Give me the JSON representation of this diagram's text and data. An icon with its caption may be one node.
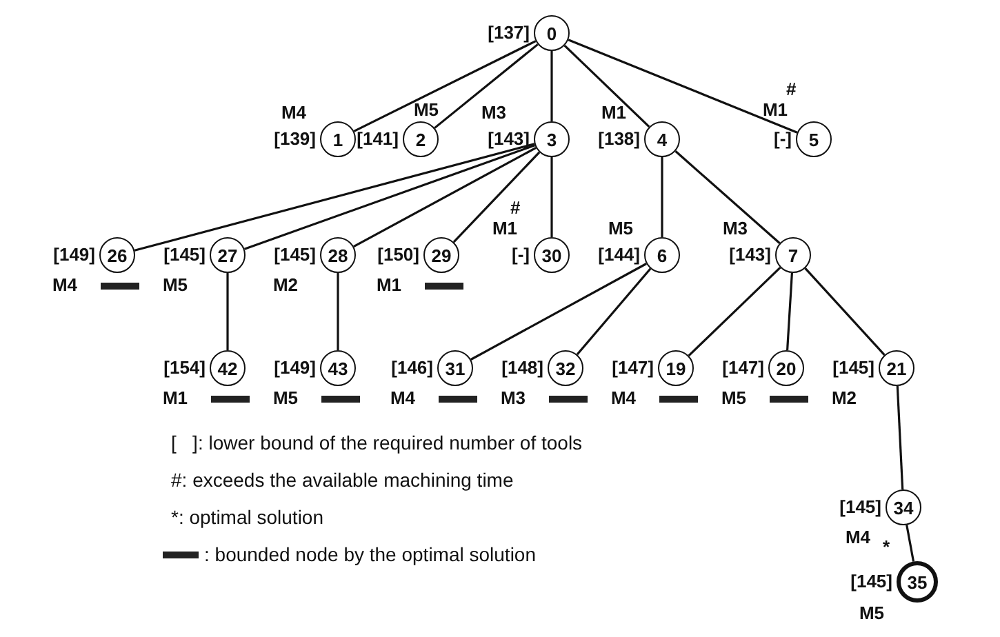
{
  "diagram": {
    "nodes": [
      {
        "text": [
          "0"
        ],
        "beside": [
          "[137]"
        ]
      },
      {
        "text": [
          "1"
        ],
        "beside": [
          "[139]",
          "M4"
        ]
      },
      {
        "text": [
          "2"
        ],
        "beside": [
          "[141]",
          "M5"
        ]
      },
      {
        "text": [
          "3"
        ],
        "beside": [
          "[143]",
          "M3"
        ]
      },
      {
        "text": [
          "4"
        ],
        "beside": [
          "[138]",
          "M1"
        ]
      },
      {
        "text": [
          "5"
        ],
        "beside": [
          "[-]",
          "M1",
          "#"
        ]
      },
      {
        "text": [
          "26"
        ],
        "beside": [
          "[149]",
          "M4"
        ]
      },
      {
        "text": [
          "27"
        ],
        "beside": [
          "[145]",
          "M5"
        ]
      },
      {
        "text": [
          "28"
        ],
        "beside": [
          "[145]",
          "M2"
        ]
      },
      {
        "text": [
          "29"
        ],
        "beside": [
          "[150]",
          "M1"
        ]
      },
      {
        "text": [
          "30"
        ],
        "beside": [
          "[-]",
          "M1",
          "#"
        ]
      },
      {
        "text": [
          "6"
        ],
        "beside": [
          "[144]",
          "M5"
        ]
      },
      {
        "text": [
          "7"
        ],
        "beside": [
          "[143]",
          "M3"
        ]
      },
      {
        "text": [
          "42"
        ],
        "beside": [
          "[154]",
          "M1"
        ]
      },
      {
        "text": [
          "43"
        ],
        "beside": [
          "[149]",
          "M5"
        ]
      },
      {
        "text": [
          "31"
        ],
        "beside": [
          "[146]",
          "M4"
        ]
      },
      {
        "text": [
          "32"
        ],
        "beside": [
          "[148]",
          "M3"
        ]
      },
      {
        "text": [
          "19"
        ],
        "beside": [
          "[147]",
          "M4"
        ]
      },
      {
        "text": [
          "20"
        ],
        "beside": [
          "[147]",
          "M5"
        ]
      },
      {
        "text": [
          "21"
        ],
        "beside": [
          "[145]",
          "M2"
        ]
      },
      {
        "text": [
          "34"
        ],
        "beside": [
          "[145]",
          "M4"
        ]
      },
      {
        "text": [
          "35"
        ],
        "beside": [
          "[145]",
          "M5",
          "*"
        ]
      }
    ],
    "edges": [
      {
        "from": 0,
        "to": 1,
        "arrow": "none"
      },
      {
        "from": 0,
        "to": 2,
        "arrow": "none"
      },
      {
        "from": 0,
        "to": 3,
        "arrow": "none"
      },
      {
        "from": 0,
        "to": 4,
        "arrow": "none"
      },
      {
        "from": 0,
        "to": 5,
        "arrow": "none"
      },
      {
        "from": 3,
        "to": 6,
        "arrow": "none"
      },
      {
        "from": 3,
        "to": 7,
        "arrow": "none"
      },
      {
        "from": 3,
        "to": 8,
        "arrow": "none"
      },
      {
        "from": 3,
        "to": 9,
        "arrow": "none"
      },
      {
        "from": 3,
        "to": 10,
        "arrow": "none"
      },
      {
        "from": 4,
        "to": 11,
        "arrow": "none"
      },
      {
        "from": 4,
        "to": 12,
        "arrow": "none"
      },
      {
        "from": 7,
        "to": 13,
        "arrow": "none"
      },
      {
        "from": 8,
        "to": 14,
        "arrow": "none"
      },
      {
        "from": 11,
        "to": 15,
        "arrow": "none"
      },
      {
        "from": 11,
        "to": 16,
        "arrow": "none"
      },
      {
        "from": 12,
        "to": 17,
        "arrow": "none"
      },
      {
        "from": 12,
        "to": 18,
        "arrow": "none"
      },
      {
        "from": 12,
        "to": 19,
        "arrow": "none"
      },
      {
        "from": 19,
        "to": 20,
        "arrow": "none"
      },
      {
        "from": 20,
        "to": 21,
        "arrow": "none"
      }
    ],
    "legend": [
      {
        "text": "[   ]: lower bound of the required number of tools"
      },
      {
        "text": "#: exceeds the available machining time"
      },
      {
        "text": "*: optimal solution"
      },
      {
        "text": ": bounded node by the optimal solution",
        "color": "#222222"
      }
    ]
  }
}
